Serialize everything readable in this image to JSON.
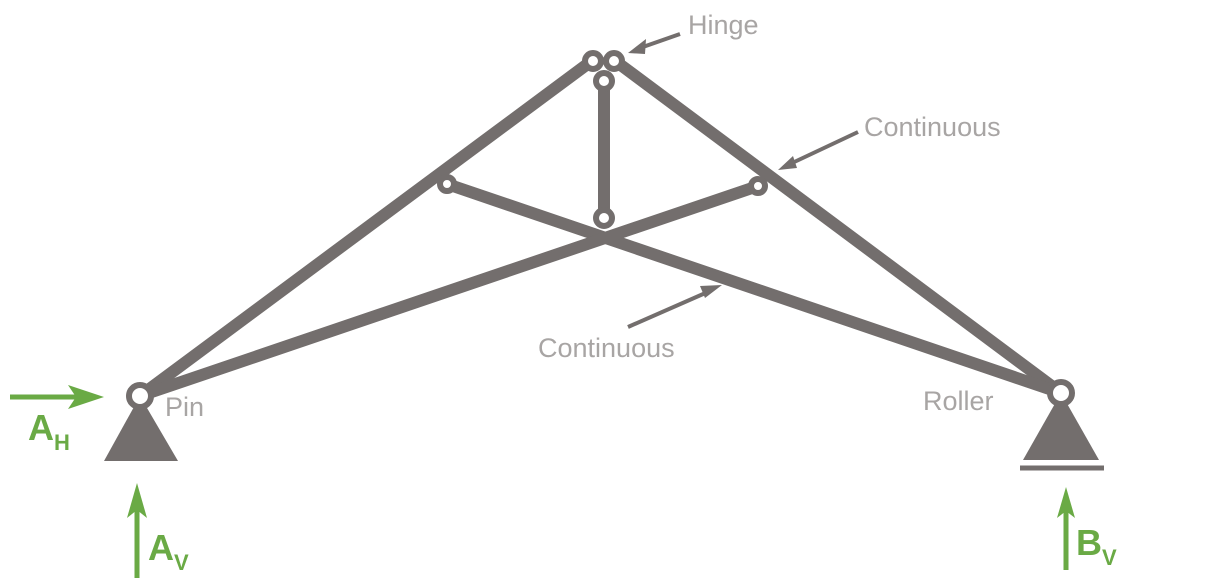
{
  "colors": {
    "member": "#736e6d",
    "label": "#a8a5a4",
    "force": "#6aaa45"
  },
  "labels": {
    "hinge": "Hinge",
    "continuous_top": "Continuous",
    "continuous_bottom": "Continuous",
    "pin": "Pin",
    "roller": "Roller"
  },
  "forces": {
    "ah": {
      "main": "A",
      "sub": "H"
    },
    "av": {
      "main": "A",
      "sub": "V"
    },
    "bv": {
      "main": "B",
      "sub": "V"
    }
  }
}
